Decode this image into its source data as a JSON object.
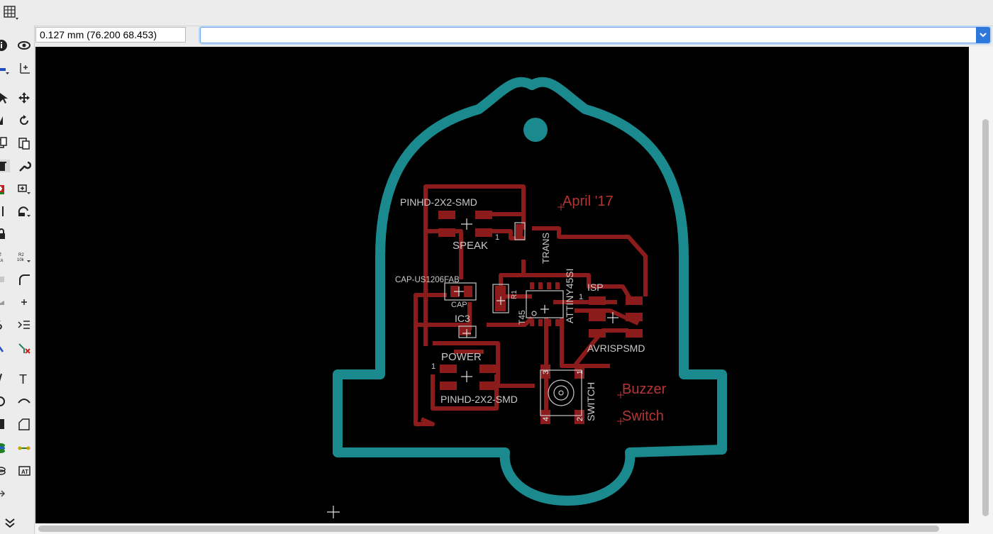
{
  "app": {
    "coordinate_display": "0.127 mm (76.200 68.453)",
    "command_line": {
      "value": "",
      "placeholder": ""
    }
  },
  "colors": {
    "canvas": "#000000",
    "outline": "#1b8a8f",
    "copper": "#8c1c1c",
    "label": "#c9c9c9",
    "note": "#b53535",
    "accent": "#2e78db"
  },
  "toolbar": {
    "icons": [
      "info-icon",
      "eye-icon",
      "layers-icon",
      "mark-icon",
      "select-icon",
      "move-icon",
      "mirror-icon",
      "rotate-icon",
      "copy-icon",
      "paste-icon",
      "delete-icon",
      "wrench-icon",
      "add-part-icon",
      "add-part-variant-icon",
      "replace-icon",
      "swap-icon",
      "lock-icon",
      "value-icon",
      "smash-icon",
      "miter-icon",
      "split-icon",
      "add-icon",
      "wire-icon",
      "bus-icon",
      "route-icon",
      "ripup-icon",
      "line-icon",
      "text-icon",
      "circle-icon",
      "arc-icon",
      "rect-icon",
      "polygon-icon",
      "via-icon",
      "signal-icon",
      "hole-icon",
      "attribute-icon",
      "dimension-icon",
      "more-icon"
    ]
  },
  "board": {
    "notes": [
      "April '17",
      "Buzzer",
      "Switch"
    ],
    "labels": {
      "pinhd_top": "PINHD-2X2-SMD",
      "speak": "SPEAK",
      "pin1_a": "1",
      "trans": "TRANS",
      "attiny": "ATTINY45SI",
      "cap_us": "CAP-US1206FAB",
      "cap": "CAP",
      "r1": "R1",
      "t45": "T45",
      "isp": "ISP",
      "pin1_b": "1",
      "ic3": "IC3",
      "power": "POWER",
      "pin1_c": "1",
      "pinhd_bottom": "PINHD-2X2-SMD",
      "avrispsmd": "AVRISPSMD",
      "switch": "SWITCH",
      "sw_3": "3",
      "sw_1": "1",
      "sw_4": "4",
      "sw_2": "2"
    }
  }
}
